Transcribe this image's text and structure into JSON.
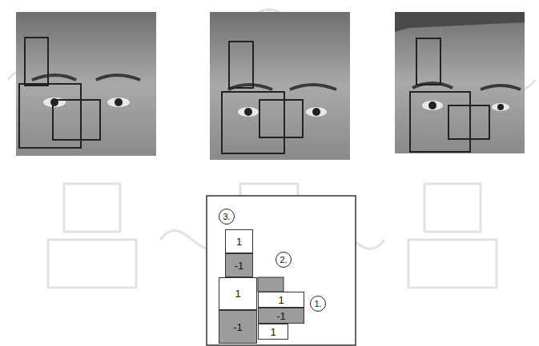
{
  "diagram": {
    "nodes": [
      {
        "text": [
          "3."
        ]
      },
      {
        "text": [
          "1"
        ]
      },
      {
        "text": [
          "-1"
        ]
      },
      {
        "text": [
          "2."
        ]
      },
      {
        "text": [
          "1"
        ]
      },
      {
        "text": [
          "-1"
        ]
      },
      {
        "text": [
          "1."
        ]
      },
      {
        "text": [
          "1"
        ]
      },
      {
        "text": [
          "-1"
        ]
      },
      {
        "text": [
          "1"
        ]
      }
    ]
  }
}
